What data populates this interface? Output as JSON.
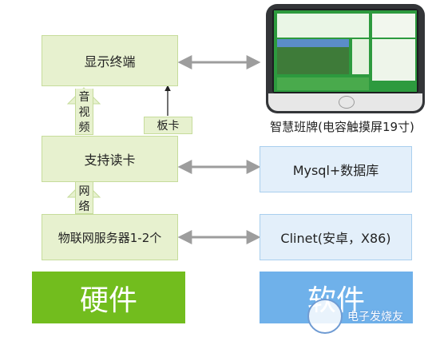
{
  "hardware": {
    "display_terminal": "显示终端",
    "card_support": "支持读卡",
    "iot_server": "物联网服务器1-2个",
    "board_card": "板卡",
    "audio_video": [
      "音",
      "视",
      "频"
    ],
    "network": [
      "网",
      "络"
    ],
    "category_label": "硬件"
  },
  "software": {
    "device_caption": "智慧班牌(电容触摸屏19寸)",
    "database": "Mysql+数据库",
    "client": "Clinet(安卓，X86)",
    "category_label": "软件"
  },
  "watermark": {
    "text": "电子发烧友"
  },
  "colors": {
    "hardware_box": "#e7f1cf",
    "software_box": "#e3effa",
    "hardware_label": "#72bd1e",
    "software_label": "#6fb1ea",
    "arrow": "#9d9d9d"
  }
}
